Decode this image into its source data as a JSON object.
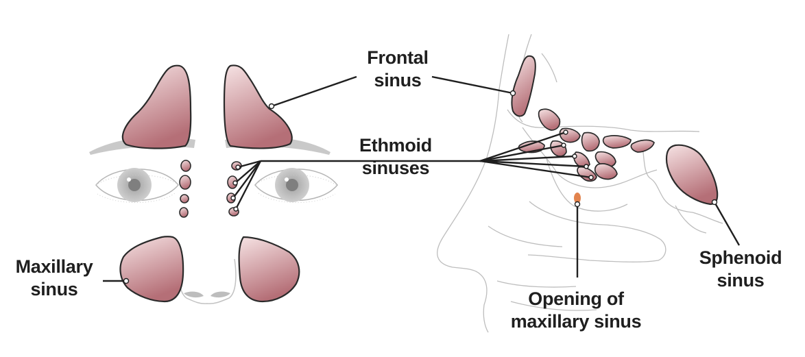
{
  "colors": {
    "sinus_fill_light": "#f6e3e4",
    "sinus_fill_dark": "#b56f77",
    "sinus_outline": "#2a2a2a",
    "brow_gray": "#c6c6c6",
    "outline_gray": "#b9b9b9",
    "opening_orange": "#e2834d",
    "text": "#1f1f1f"
  },
  "labels": {
    "frontal": {
      "line1": "Frontal",
      "line2": "sinus"
    },
    "ethmoid": {
      "line1": "Ethmoid",
      "line2": "sinuses"
    },
    "maxillary": {
      "line1": "Maxillary",
      "line2": "sinus"
    },
    "sphenoid": {
      "line1": "Sphenoid",
      "line2": "sinus"
    },
    "opening": {
      "line1": "Opening of",
      "line2": "maxillary sinus"
    }
  }
}
